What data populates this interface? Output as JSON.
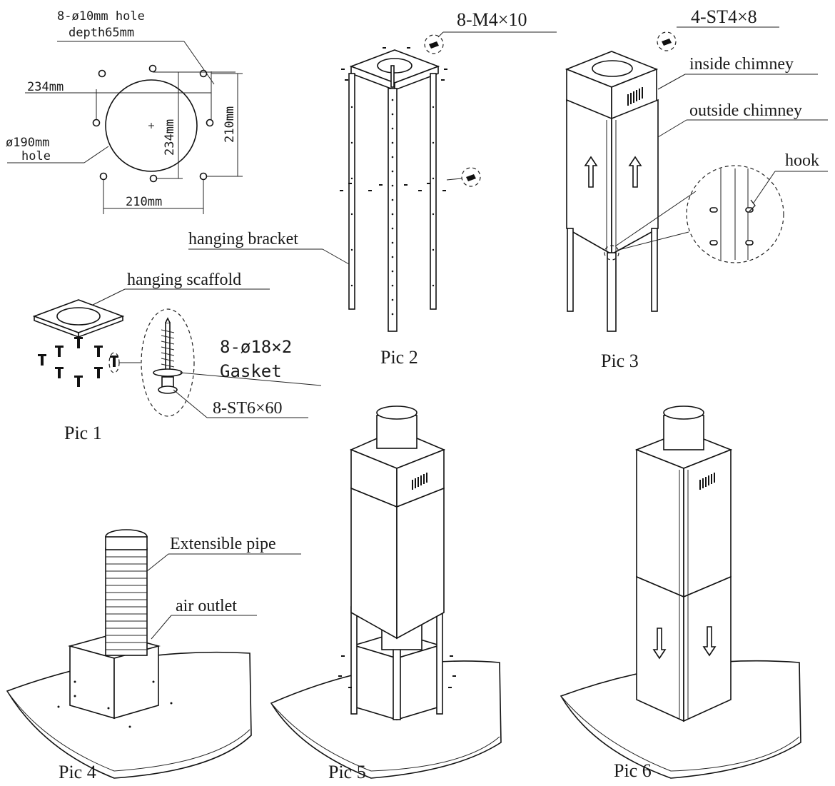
{
  "pic1": {
    "caption": "Pic 1",
    "holes_note_line1": "8-ø10mm hole",
    "holes_note_line2": "depth65mm",
    "dim_234_h": "234mm",
    "dim_234_v": "234mm",
    "dim_210_v": "210mm",
    "dim_210_h": "210mm",
    "center_hole_line1": "ø190mm",
    "center_hole_line2": "hole",
    "hanging_scaffold": "hanging scaffold",
    "gasket_line1": "8-ø18×2",
    "gasket_line2": "Gasket",
    "screw": "8-ST6×60"
  },
  "pic2": {
    "caption": "Pic 2",
    "screw": "8-M4×10",
    "hanging_bracket": "hanging bracket"
  },
  "pic3": {
    "caption": "Pic 3",
    "screw": "4-ST4×8",
    "inside_chimney": "inside chimney",
    "outside_chimney": "outside chimney",
    "hook": "hook"
  },
  "pic4": {
    "caption": "Pic 4",
    "extensible_pipe": "Extensible pipe",
    "air_outlet": "air outlet"
  },
  "pic5": {
    "caption": "Pic 5"
  },
  "pic6": {
    "caption": "Pic 6"
  }
}
